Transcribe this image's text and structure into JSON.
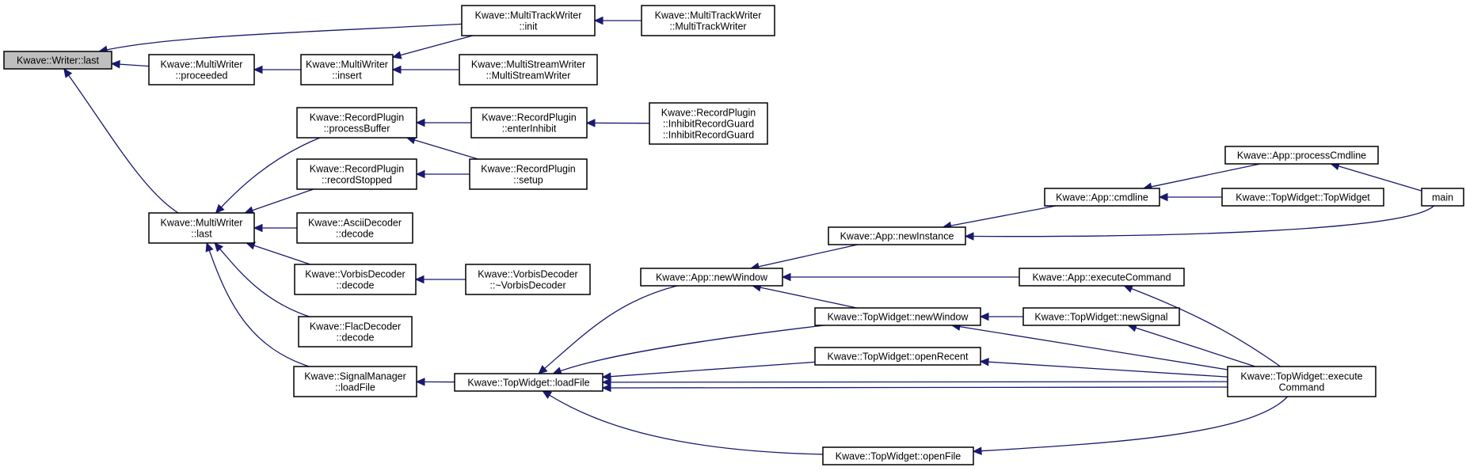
{
  "colors": {
    "edge": "#191970",
    "root_fill": "#bfbfbf",
    "node_fill": "#ffffff",
    "border": "#000000"
  },
  "nodes": {
    "writer_last": [
      "Kwave::Writer::last"
    ],
    "mtw_init": [
      "Kwave::MultiTrackWriter",
      "::init"
    ],
    "mtw_ctor": [
      "Kwave::MultiTrackWriter",
      "::MultiTrackWriter"
    ],
    "mw_proceeded": [
      "Kwave::MultiWriter",
      "::proceeded"
    ],
    "mw_insert": [
      "Kwave::MultiWriter",
      "::insert"
    ],
    "msw_ctor": [
      "Kwave::MultiStreamWriter",
      "::MultiStreamWriter"
    ],
    "rp_processBuffer": [
      "Kwave::RecordPlugin",
      "::processBuffer"
    ],
    "rp_enterInhibit": [
      "Kwave::RecordPlugin",
      "::enterInhibit"
    ],
    "rp_inhibitGuard": [
      "Kwave::RecordPlugin",
      "::InhibitRecordGuard",
      "::InhibitRecordGuard"
    ],
    "rp_recordStopped": [
      "Kwave::RecordPlugin",
      "::recordStopped"
    ],
    "rp_setup": [
      "Kwave::RecordPlugin",
      "::setup"
    ],
    "mw_last": [
      "Kwave::MultiWriter",
      "::last"
    ],
    "ascii_decode": [
      "Kwave::AsciiDecoder",
      "::decode"
    ],
    "vorbis_decode": [
      "Kwave::VorbisDecoder",
      "::decode"
    ],
    "vorbis_dtor": [
      "Kwave::VorbisDecoder",
      "::~VorbisDecoder"
    ],
    "flac_decode": [
      "Kwave::FlacDecoder",
      "::decode"
    ],
    "sm_loadFile": [
      "Kwave::SignalManager",
      "::loadFile"
    ],
    "tw_loadFile": [
      "Kwave::TopWidget::loadFile"
    ],
    "app_processCmdline": [
      "Kwave::App::processCmdline"
    ],
    "app_cmdline": [
      "Kwave::App::cmdline"
    ],
    "tw_ctor": [
      "Kwave::TopWidget::TopWidget"
    ],
    "main": [
      "main"
    ],
    "app_newInstance": [
      "Kwave::App::newInstance"
    ],
    "app_newWindow": [
      "Kwave::App::newWindow"
    ],
    "app_executeCommand": [
      "Kwave::App::executeCommand"
    ],
    "tw_newWindow": [
      "Kwave::TopWidget::newWindow"
    ],
    "tw_newSignal": [
      "Kwave::TopWidget::newSignal"
    ],
    "tw_openRecent": [
      "Kwave::TopWidget::openRecent"
    ],
    "tw_executeCommand": [
      "Kwave::TopWidget::execute",
      "Command"
    ],
    "tw_openFile": [
      "Kwave::TopWidget::openFile"
    ]
  },
  "edges": [
    [
      "mw_proceeded",
      "writer_last"
    ],
    [
      "mtw_init",
      "writer_last"
    ],
    [
      "mw_last",
      "writer_last"
    ],
    [
      "mw_insert",
      "mw_proceeded"
    ],
    [
      "mtw_init",
      "mw_insert"
    ],
    [
      "msw_ctor",
      "mw_insert"
    ],
    [
      "mtw_ctor",
      "mtw_init"
    ],
    [
      "rp_processBuffer",
      "mw_last"
    ],
    [
      "rp_recordStopped",
      "mw_last"
    ],
    [
      "ascii_decode",
      "mw_last"
    ],
    [
      "vorbis_decode",
      "mw_last"
    ],
    [
      "flac_decode",
      "mw_last"
    ],
    [
      "sm_loadFile",
      "mw_last"
    ],
    [
      "rp_enterInhibit",
      "rp_processBuffer"
    ],
    [
      "rp_setup",
      "rp_processBuffer"
    ],
    [
      "rp_inhibitGuard",
      "rp_enterInhibit"
    ],
    [
      "rp_setup",
      "rp_recordStopped"
    ],
    [
      "vorbis_dtor",
      "vorbis_decode"
    ],
    [
      "tw_loadFile",
      "sm_loadFile"
    ],
    [
      "app_newWindow",
      "tw_loadFile"
    ],
    [
      "tw_newWindow",
      "tw_loadFile"
    ],
    [
      "tw_openRecent",
      "tw_loadFile"
    ],
    [
      "tw_executeCommand",
      "tw_loadFile"
    ],
    [
      "tw_executeCommand",
      "tw_loadFile"
    ],
    [
      "tw_openFile",
      "tw_loadFile"
    ],
    [
      "app_newInstance",
      "app_newWindow"
    ],
    [
      "app_executeCommand",
      "app_newWindow"
    ],
    [
      "tw_newWindow",
      "app_newWindow"
    ],
    [
      "app_cmdline",
      "app_newInstance"
    ],
    [
      "main",
      "app_newInstance"
    ],
    [
      "app_processCmdline",
      "app_cmdline"
    ],
    [
      "tw_ctor",
      "app_cmdline"
    ],
    [
      "main",
      "app_processCmdline"
    ],
    [
      "tw_newSignal",
      "tw_newWindow"
    ],
    [
      "tw_executeCommand",
      "tw_newWindow"
    ],
    [
      "tw_executeCommand",
      "tw_openRecent"
    ],
    [
      "tw_executeCommand",
      "app_executeCommand"
    ],
    [
      "tw_executeCommand",
      "tw_newSignal"
    ],
    [
      "tw_executeCommand",
      "tw_openFile"
    ]
  ]
}
